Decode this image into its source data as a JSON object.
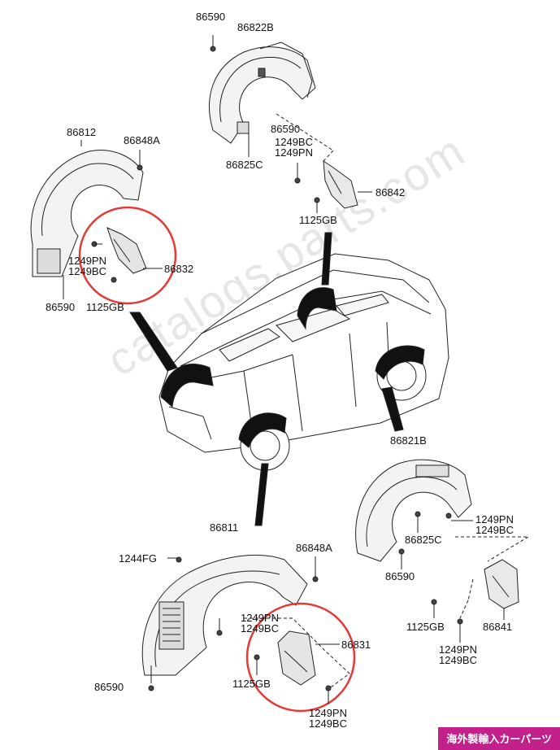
{
  "watermark": "catalogs.parts.com",
  "badge": "海外製輸入カーパーツ",
  "highlight_color": "#e53935",
  "badge_color": "#c2218c",
  "labels": {
    "p86590_top": "86590",
    "p86822B": "86822B",
    "p86590_mid": "86590",
    "p1249BC_a": "1249BC",
    "p1249PN_a": "1249PN",
    "p86825C_top": "86825C",
    "p86842": "86842",
    "p1125GB_top": "1125GB",
    "p86812": "86812",
    "p86848A_top": "86848A",
    "p1249PN_b": "1249PN",
    "p1249BC_b": "1249BC",
    "p86832": "86832",
    "p86590_left": "86590",
    "p1125GB_left": "1125GB",
    "p86821B": "86821B",
    "p1249PN_c": "1249PN",
    "p1249BC_c": "1249BC",
    "p86825C_right": "86825C",
    "p86590_right": "86590",
    "p1125GB_right": "1125GB",
    "p86841": "86841",
    "p1249PN_d": "1249PN",
    "p1249BC_d": "1249BC",
    "p86811": "86811",
    "p1244FG": "1244FG",
    "p86848A_bot": "86848A",
    "p1249PN_e": "1249PN",
    "p1249BC_e": "1249BC",
    "p86831": "86831",
    "p1125GB_bot": "1125GB",
    "p86590_bot": "86590",
    "p1249PN_f": "1249PN",
    "p1249BC_f": "1249BC"
  }
}
